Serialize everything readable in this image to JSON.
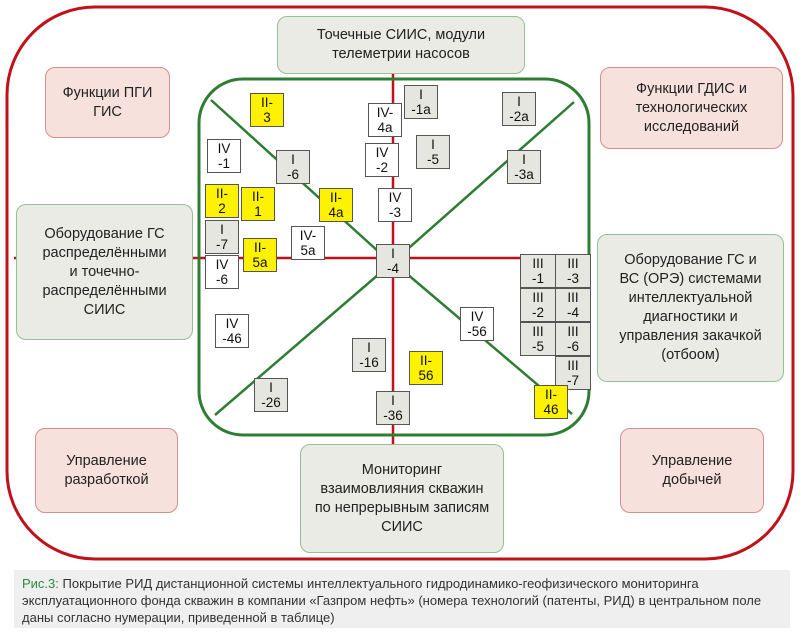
{
  "diagram": {
    "title": "Покрытие РИД дистанционной системы интеллектуального гидродинамико-геофизического мониторинга",
    "colors": {
      "outer_border": "#c0111a",
      "inner_border": "#2e7d32",
      "axis_line": "#c0111a",
      "diagonal_line": "#2e7d32",
      "red_box_fill": "#f6e1dc",
      "green_box_fill": "#e9ebe4",
      "tag_gray": "#e6e6e1",
      "tag_white": "#ffffff",
      "tag_yellow": "#fff200"
    },
    "outer_boxes": {
      "top": "Точечные СИИС, модули\nтелеметрии насосов",
      "top_left": "Функции ПГИ\nГИС",
      "top_right": "Функции ГДИС и\nтехнологических\nисследований",
      "left": "Оборудование ГС\nраспределёнными\nи точечно-\nраспределёнными\nСИИС",
      "right": "Оборудование ГС и\nВС (ОРЭ) системами\nинтеллектуальной\nдиагностики и\nуправления закачкой\n(отбоом)",
      "bottom": "Мониторинг\nвзаимовлияния скважин\nпо непрерывным записям\nСИИС",
      "bottom_left": "Управление\nразработкой",
      "bottom_right": "Управление\nдобычей"
    },
    "tags": [
      {
        "text": "II-\n3",
        "color": "yellow"
      },
      {
        "text": "IV-\n4a",
        "color": "white"
      },
      {
        "text": "I\n-1a",
        "color": "gray"
      },
      {
        "text": "I\n-2a",
        "color": "gray"
      },
      {
        "text": "IV\n-1",
        "color": "white"
      },
      {
        "text": "I\n-6",
        "color": "gray"
      },
      {
        "text": "IV\n-2",
        "color": "white"
      },
      {
        "text": "I\n-5",
        "color": "gray"
      },
      {
        "text": "I\n-3a",
        "color": "gray"
      },
      {
        "text": "II-\n2",
        "color": "yellow"
      },
      {
        "text": "II-\n1",
        "color": "yellow"
      },
      {
        "text": "II-\n4a",
        "color": "yellow"
      },
      {
        "text": "IV\n-3",
        "color": "white"
      },
      {
        "text": "I\n-7",
        "color": "gray"
      },
      {
        "text": "II-\n5a",
        "color": "yellow"
      },
      {
        "text": "IV-\n5a",
        "color": "white"
      },
      {
        "text": "IV\n-6",
        "color": "white"
      },
      {
        "text": "I\n-4",
        "color": "gray"
      },
      {
        "text": "III\n-1",
        "color": "gray"
      },
      {
        "text": "III\n-3",
        "color": "gray"
      },
      {
        "text": "III\n-2",
        "color": "gray"
      },
      {
        "text": "III\n-4",
        "color": "gray"
      },
      {
        "text": "III\n-5",
        "color": "gray"
      },
      {
        "text": "III\n-6",
        "color": "gray"
      },
      {
        "text": "III\n-7",
        "color": "gray"
      },
      {
        "text": "IV\n-46",
        "color": "white"
      },
      {
        "text": "IV\n-56",
        "color": "white"
      },
      {
        "text": "I\n-16",
        "color": "gray"
      },
      {
        "text": "II-\n56",
        "color": "yellow"
      },
      {
        "text": "I\n-26",
        "color": "gray"
      },
      {
        "text": "I\n-36",
        "color": "gray"
      },
      {
        "text": "II-\n46",
        "color": "yellow"
      }
    ]
  },
  "caption": {
    "label": "Рис.3:",
    "text": " Покрытие РИД дистанционной системы интеллектуального гидродинамико-геофизического мониторинга эксплуатационного фонда скважин в компании «Газпром нефть» (номера технологий (патенты, РИД) в центральном поле даны согласно нумерации, приведенной в таблице)"
  }
}
